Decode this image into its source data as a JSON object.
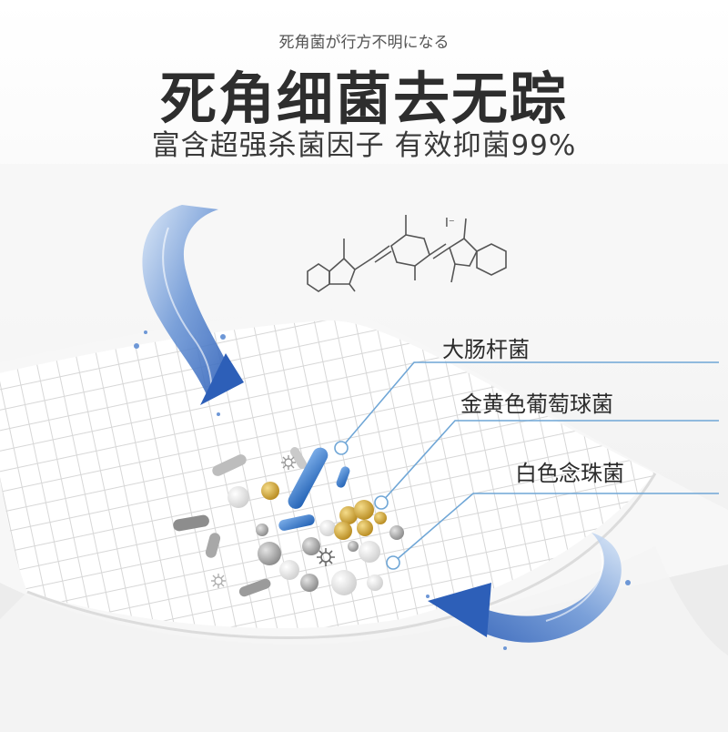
{
  "header": {
    "subtitle_jp": "死角菌が行方不明になる",
    "headline": "死角细菌去无踪",
    "tagline": "富含超强杀菌因子 有效抑菌99%"
  },
  "molecule": {
    "counter_ion": "I⁻"
  },
  "callouts": [
    {
      "label": "大肠杆菌"
    },
    {
      "label": "金黄色葡萄球菌"
    },
    {
      "label": "白色念珠菌"
    }
  ],
  "colors": {
    "accent_blue": "#3a6cc0",
    "leader_line": "#6fa6d6",
    "gold_bacteria": "#c9a43a",
    "gray_bacteria": "#8d8d8d"
  },
  "icons": [
    "water-swirl-icon",
    "molecule-structure-icon",
    "bacteria-icon"
  ]
}
